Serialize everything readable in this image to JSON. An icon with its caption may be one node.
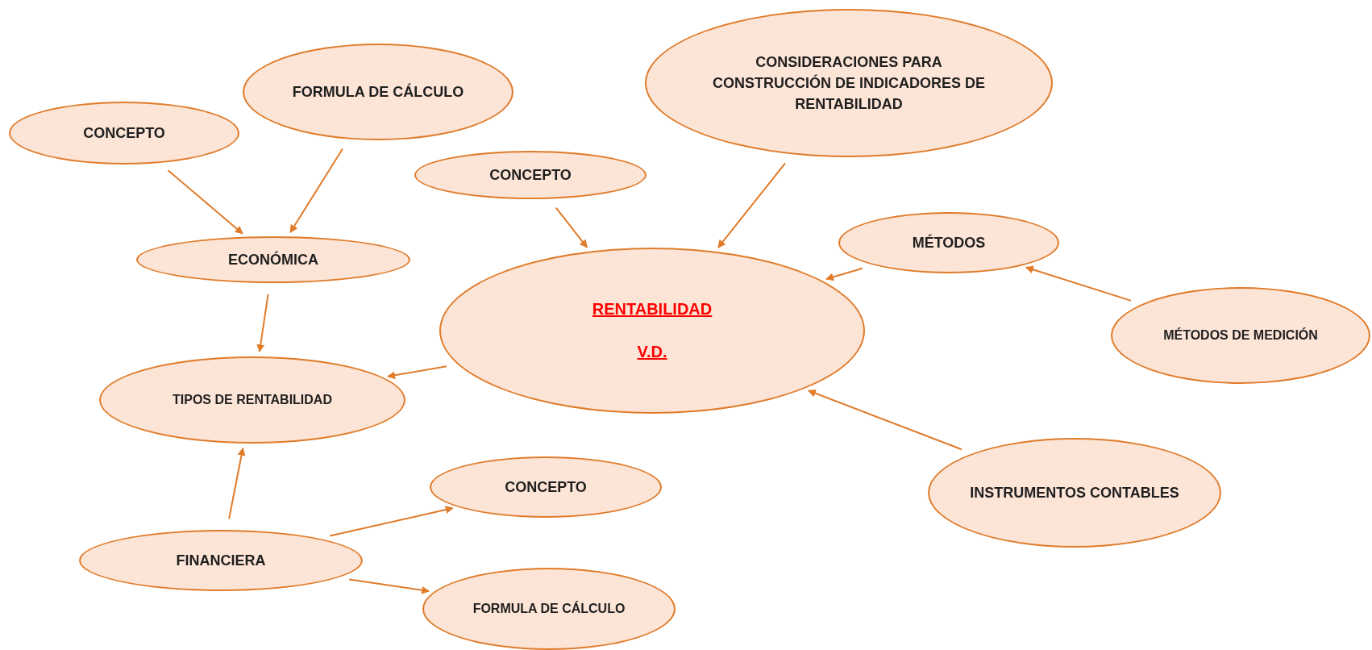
{
  "diagram": {
    "nodes": [
      {
        "text": [
          "RENTABILIDAD",
          "V.D."
        ]
      },
      {
        "text": [
          "CONCEPTO"
        ]
      },
      {
        "text": [
          "FORMULA DE CÁLCULO"
        ]
      },
      {
        "text": [
          "CONCEPTO"
        ]
      },
      {
        "text": [
          "CONSIDERACIONES PARA CONSTRUCCIÓN DE INDICADORES DE RENTABILIDAD"
        ]
      },
      {
        "text": [
          "MÉTODOS"
        ]
      },
      {
        "text": [
          "ECONÓMICA"
        ]
      },
      {
        "text": [
          "TIPOS DE RENTABILIDAD"
        ]
      },
      {
        "text": [
          "MÉTODOS DE MEDICIÓN"
        ]
      },
      {
        "text": [
          "INSTRUMENTOS CONTABLES"
        ]
      },
      {
        "text": [
          "CONCEPTO"
        ]
      },
      {
        "text": [
          "FINANCIERA"
        ]
      },
      {
        "text": [
          "FORMULA DE CÁLCULO"
        ]
      }
    ],
    "edges": [
      {
        "from": 1,
        "to": 6,
        "arrow": "to"
      },
      {
        "from": 2,
        "to": 6,
        "arrow": "to"
      },
      {
        "from": 3,
        "to": 0,
        "arrow": "to"
      },
      {
        "from": 4,
        "to": 0,
        "arrow": "to"
      },
      {
        "from": 5,
        "to": 0,
        "arrow": "to"
      },
      {
        "from": 8,
        "to": 5,
        "arrow": "to"
      },
      {
        "from": 9,
        "to": 0,
        "arrow": "to"
      },
      {
        "from": 6,
        "to": 7,
        "arrow": "to"
      },
      {
        "from": 0,
        "to": 7,
        "arrow": "to"
      },
      {
        "from": 11,
        "to": 7,
        "arrow": "to"
      },
      {
        "from": 11,
        "to": 10,
        "arrow": "to"
      },
      {
        "from": 11,
        "to": 12,
        "arrow": "to"
      }
    ]
  }
}
